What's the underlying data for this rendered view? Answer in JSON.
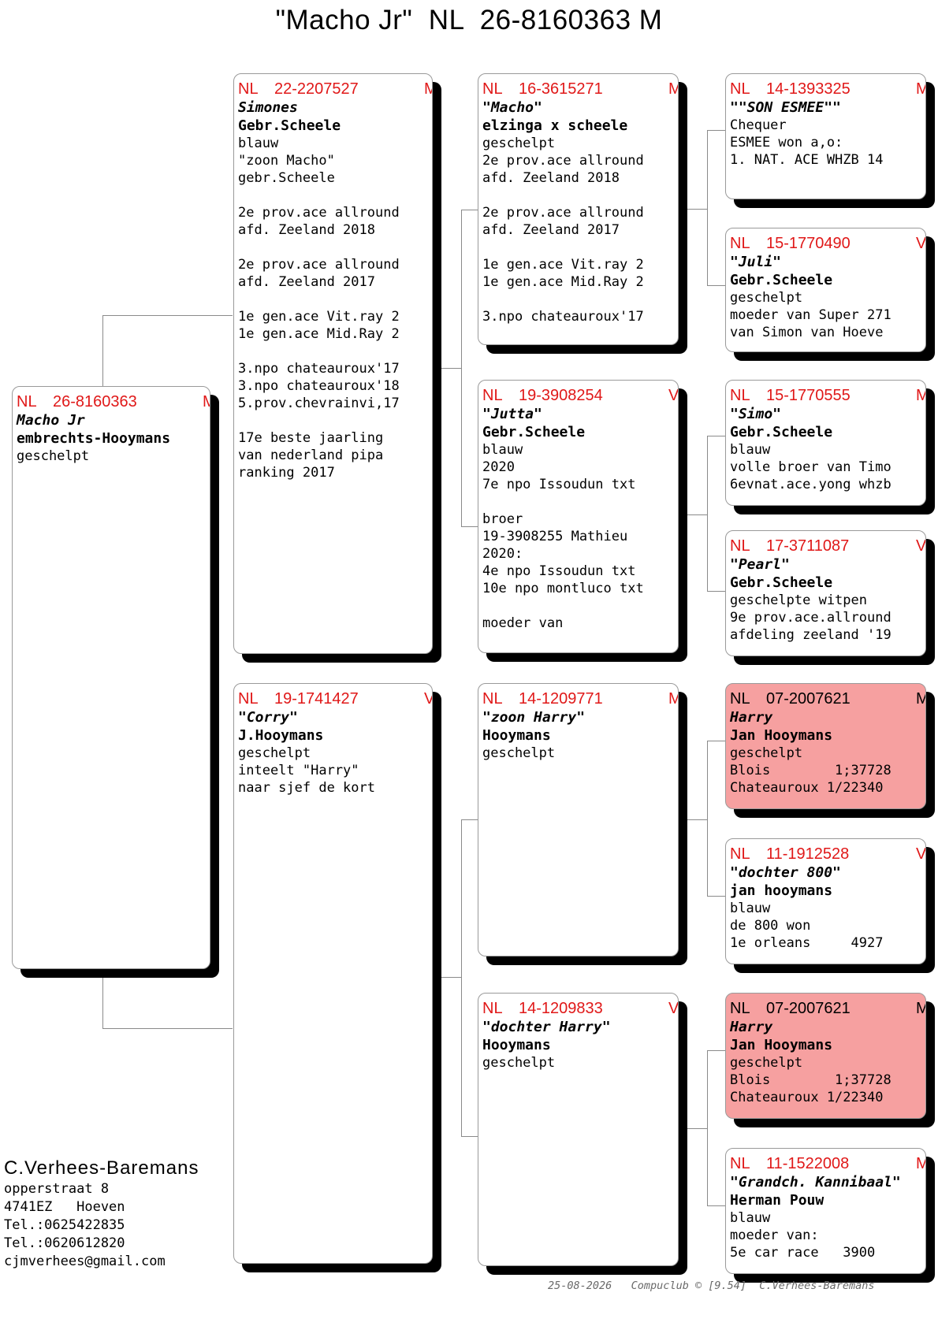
{
  "page_title": "\"Macho Jr\"  NL  26-8160363 M",
  "cards": {
    "subject": {
      "cc": "NL",
      "number": "26-8160363",
      "sex": "M",
      "name": "Macho Jr",
      "owner": "embrechts-Hooymans",
      "lines": [
        "geschelpt"
      ],
      "highlighted": false
    },
    "sire": {
      "cc": "NL",
      "number": "22-2207527",
      "sex": "M",
      "name": "Simones",
      "owner": "Gebr.Scheele",
      "lines": [
        "blauw",
        "\"zoon Macho\"",
        "gebr.Scheele",
        "",
        "2e prov.ace allround",
        "afd. Zeeland 2018",
        "",
        "2e prov.ace allround",
        "afd. Zeeland 2017",
        "",
        "1e gen.ace Vit.ray 2",
        "1e gen.ace Mid.Ray 2",
        "",
        "3.npo chateauroux'17",
        "3.npo chateauroux'18",
        "5.prov.chevrainvi,17",
        "",
        "17e beste jaarling",
        "van nederland pipa",
        "ranking 2017"
      ],
      "highlighted": false
    },
    "dam": {
      "cc": "NL",
      "number": "19-1741427",
      "sex": "V",
      "name": "\"Corry\"",
      "owner": "J.Hooymans",
      "lines": [
        "geschelpt",
        "inteelt \"Harry\"",
        "naar sjef de kort"
      ],
      "highlighted": false
    },
    "ss": {
      "cc": "NL",
      "number": "16-3615271",
      "sex": "M",
      "name": "\"Macho\"",
      "owner": "elzinga x scheele",
      "lines": [
        "geschelpt",
        "2e prov.ace allround",
        "afd. Zeeland 2018",
        "",
        "2e prov.ace allround",
        "afd. Zeeland 2017",
        "",
        "1e gen.ace Vit.ray 2",
        "1e gen.ace Mid.Ray 2",
        "",
        "3.npo chateauroux'17"
      ],
      "highlighted": false
    },
    "sd": {
      "cc": "NL",
      "number": "19-3908254",
      "sex": "V",
      "name": "\"Jutta\"",
      "owner": "Gebr.Scheele",
      "lines": [
        "blauw",
        "2020",
        "7e npo Issoudun txt",
        "",
        "broer",
        "19-3908255 Mathieu",
        "2020:",
        "4e npo Issoudun txt",
        "10e npo montluco txt",
        "",
        "moeder van"
      ],
      "highlighted": false
    },
    "ds": {
      "cc": "NL",
      "number": "14-1209771",
      "sex": "M",
      "name": "\"zoon Harry\"",
      "owner": "Hooymans",
      "lines": [
        "geschelpt"
      ],
      "highlighted": false
    },
    "dd": {
      "cc": "NL",
      "number": "14-1209833",
      "sex": "V",
      "name": "\"dochter Harry\"",
      "owner": "Hooymans",
      "lines": [
        "geschelpt"
      ],
      "highlighted": false
    },
    "sss": {
      "cc": "NL",
      "number": "14-1393325",
      "sex": "M",
      "name": "\"\"SON ESMEE\"\"",
      "owner": "",
      "lines": [
        "Chequer",
        "ESMEE won a,o:",
        "1. NAT. ACE WHZB 14"
      ],
      "highlighted": false
    },
    "ssd": {
      "cc": "NL",
      "number": "15-1770490",
      "sex": "V",
      "name": "\"Juli\"",
      "owner": "Gebr.Scheele",
      "lines": [
        "geschelpt",
        "moeder van Super 271",
        "van Simon van Hoeve"
      ],
      "highlighted": false
    },
    "sds": {
      "cc": "NL",
      "number": "15-1770555",
      "sex": "M",
      "name": "\"Simo\"",
      "owner": "Gebr.Scheele",
      "lines": [
        "blauw",
        "volle broer van Timo",
        "6evnat.ace.yong whzb"
      ],
      "highlighted": false
    },
    "sdd": {
      "cc": "NL",
      "number": "17-3711087",
      "sex": "V",
      "name": "\"Pearl\"",
      "owner": "Gebr.Scheele",
      "lines": [
        "geschelpte witpen",
        "9e prov.ace.allround",
        "afdeling zeeland '19"
      ],
      "highlighted": false
    },
    "dss": {
      "cc": "NL",
      "number": "07-2007621",
      "sex": "M",
      "name": "Harry",
      "owner": "Jan Hooymans",
      "lines": [
        "geschelpt",
        "Blois        1;37728",
        "Chateauroux 1/22340"
      ],
      "highlighted": true
    },
    "dsd": {
      "cc": "NL",
      "number": "11-1912528",
      "sex": "V",
      "name": "\"dochter 800\"",
      "owner": "jan hooymans",
      "lines": [
        "blauw",
        "de 800 won",
        "1e orleans     4927"
      ],
      "highlighted": false
    },
    "dds": {
      "cc": "NL",
      "number": "07-2007621",
      "sex": "M",
      "name": "Harry",
      "owner": "Jan Hooymans",
      "lines": [
        "geschelpt",
        "Blois        1;37728",
        "Chateauroux 1/22340"
      ],
      "highlighted": true
    },
    "ddd": {
      "cc": "NL",
      "number": "11-1522008",
      "sex": "M",
      "name": "\"Grandch. Kannibaal\"",
      "owner": "Herman Pouw",
      "lines": [
        "blauw",
        "moeder van:",
        "5e car race   3900"
      ],
      "highlighted": false
    }
  },
  "breeder": {
    "name": "C.Verhees-Baremans",
    "address": "opperstraat 8",
    "city": "4741EZ   Hoeven",
    "phone1": "Tel.:0625422835",
    "phone2": "Tel.:0620612820",
    "email": "cjmverhees@gmail.com"
  },
  "footer": {
    "date": "25-08-2026",
    "software": "Compuclub © [9.54]",
    "author": "C.Verhees-Baremans"
  },
  "colors": {
    "ring_number": "#e01818",
    "highlight_card": "#f6a0a0",
    "shadow": "#000000"
  }
}
